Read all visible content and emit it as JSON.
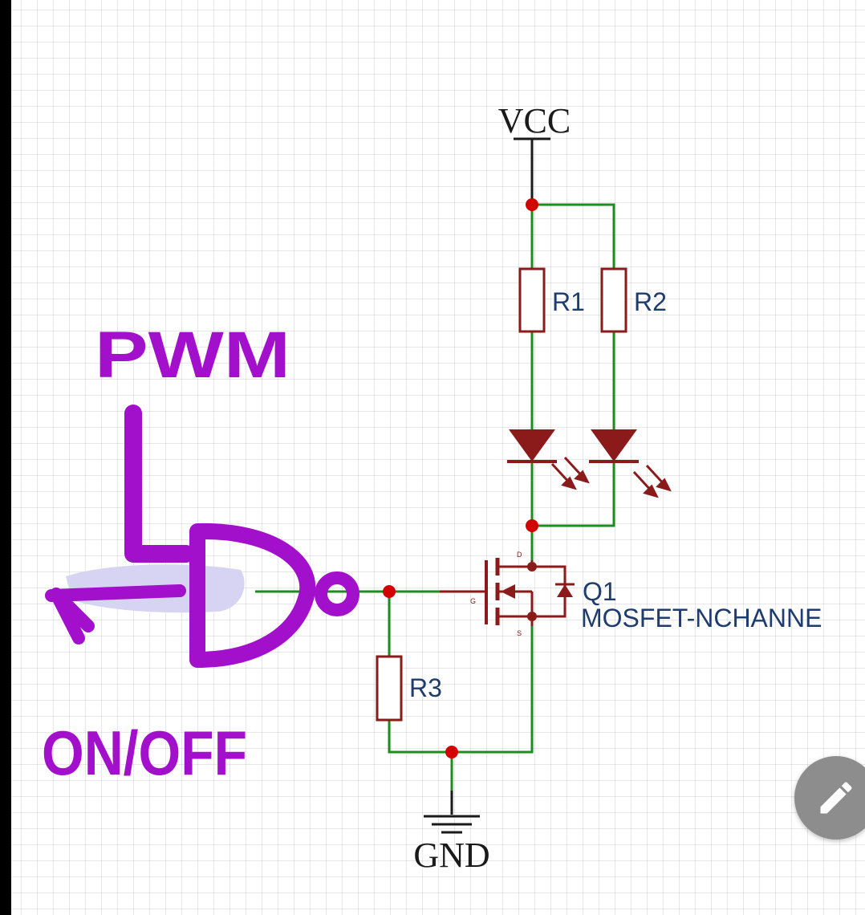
{
  "colors": {
    "wire": "#1e8c1e",
    "component": "#8b1a1a",
    "junction": "#d40000",
    "label": "#1f3c6e",
    "handwriting": "#a210cc",
    "fab": "#8d8d8d"
  },
  "labels": {
    "vcc": "VCC",
    "gnd": "GND",
    "r1": "R1",
    "r2": "R2",
    "r3": "R3",
    "q1": "Q1",
    "q1_type": "MOSFET-NCHANNE",
    "pin_d": "D",
    "pin_g": "G",
    "pin_s": "S"
  },
  "annotations": {
    "pwm": "PWM",
    "on_off": "ON/OFF"
  },
  "icons": {
    "edit": "pencil-icon"
  }
}
